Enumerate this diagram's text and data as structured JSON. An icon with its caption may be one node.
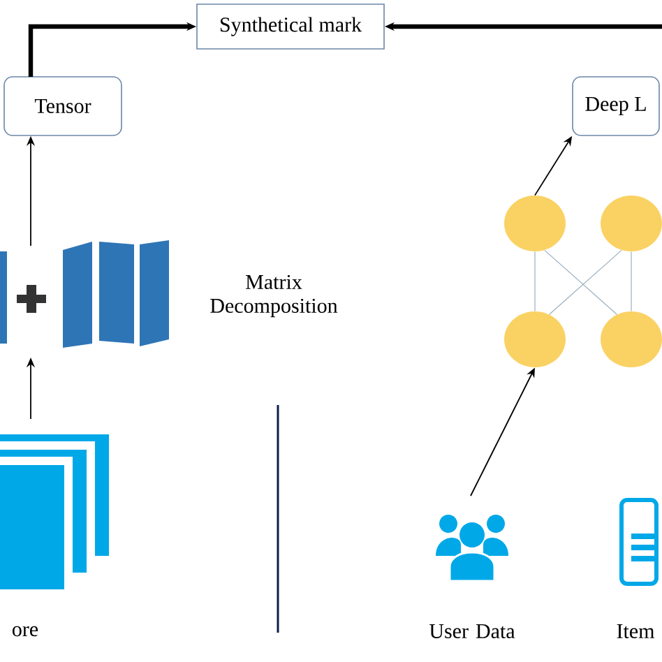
{
  "diagram": {
    "nodes": [
      {
        "text": [
          "Synthetical mark"
        ]
      },
      {
        "text": [
          "Tensor"
        ]
      },
      {
        "text": [
          "Deep L"
        ]
      },
      {
        "text": [],
        "shape": "picture",
        "beside": [
          "Matrix Decomposition"
        ]
      },
      {
        "text": [],
        "shape": "picture",
        "beside": [
          "ore"
        ]
      },
      {
        "text": [],
        "shape": "circle"
      },
      {
        "text": [],
        "shape": "circle"
      },
      {
        "text": [],
        "shape": "circle"
      },
      {
        "text": [],
        "shape": "circle"
      },
      {
        "text": [],
        "shape": "picture",
        "beside": [
          "User Data"
        ]
      },
      {
        "text": [],
        "shape": "picture",
        "beside": [
          "Item"
        ]
      }
    ],
    "edges": [
      {
        "from": 1,
        "to": 0,
        "arrow": "to",
        "style": "thick"
      },
      {
        "from": null,
        "to": 0,
        "arrow": "to",
        "style": "thick"
      },
      {
        "from": 3,
        "to": 1,
        "arrow": "to"
      },
      {
        "from": 4,
        "to": 3,
        "arrow": "to"
      },
      {
        "from": 5,
        "to": 2,
        "arrow": "to"
      },
      {
        "from": 9,
        "to": 7,
        "arrow": "to"
      },
      {
        "from": 5,
        "to": 7,
        "arrow": "none",
        "color": "#9ab0c0"
      },
      {
        "from": 5,
        "to": 8,
        "arrow": "none",
        "color": "#9ab0c0"
      },
      {
        "from": 6,
        "to": 7,
        "arrow": "none",
        "color": "#9ab0c0"
      },
      {
        "from": 6,
        "to": 8,
        "arrow": "none",
        "color": "#9ab0c0"
      }
    ]
  }
}
